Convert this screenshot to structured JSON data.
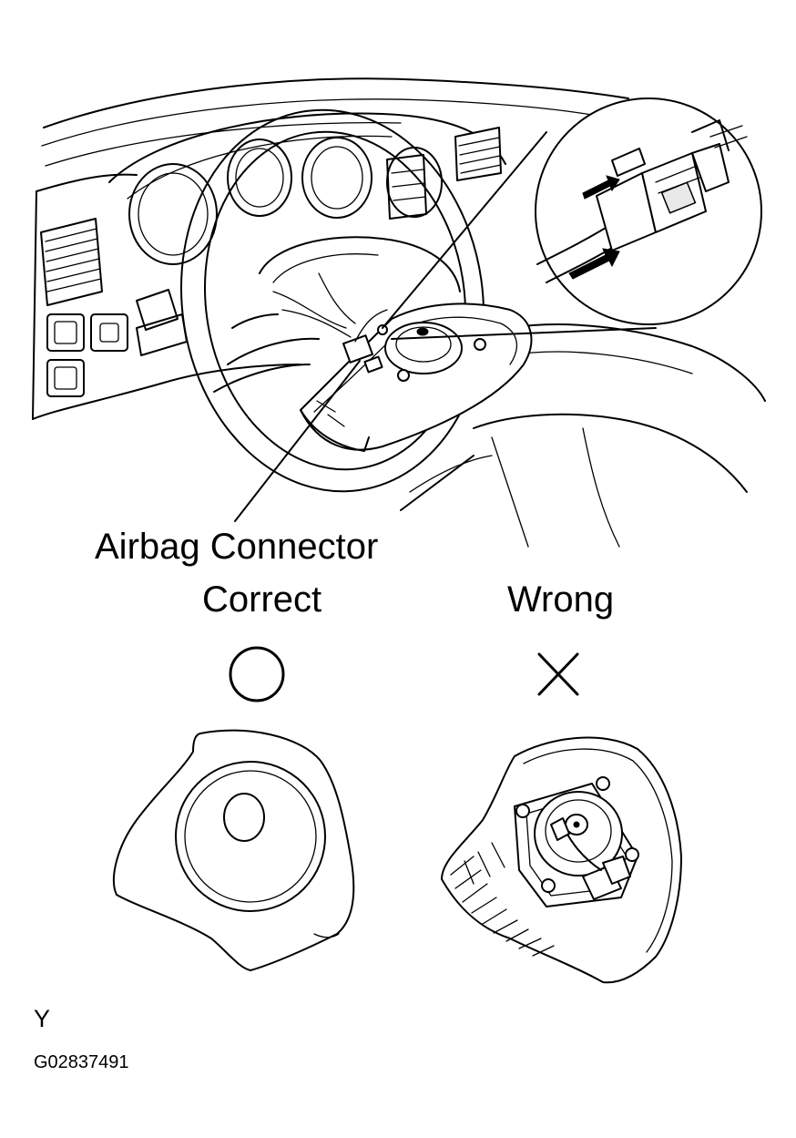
{
  "labels": {
    "airbag_connector": "Airbag Connector",
    "correct": "Correct",
    "wrong": "Wrong",
    "corner_letter": "Y",
    "figure_code": "G02837491"
  },
  "symbols": {
    "correct": "circle",
    "wrong": "cross"
  },
  "icons": [
    "steering-wheel-illustration",
    "connector-detail-magnifier",
    "airbag-pad-face-up",
    "airbag-pad-face-down",
    "correct-circle-icon",
    "wrong-cross-icon",
    "pull-arrow-icon"
  ]
}
